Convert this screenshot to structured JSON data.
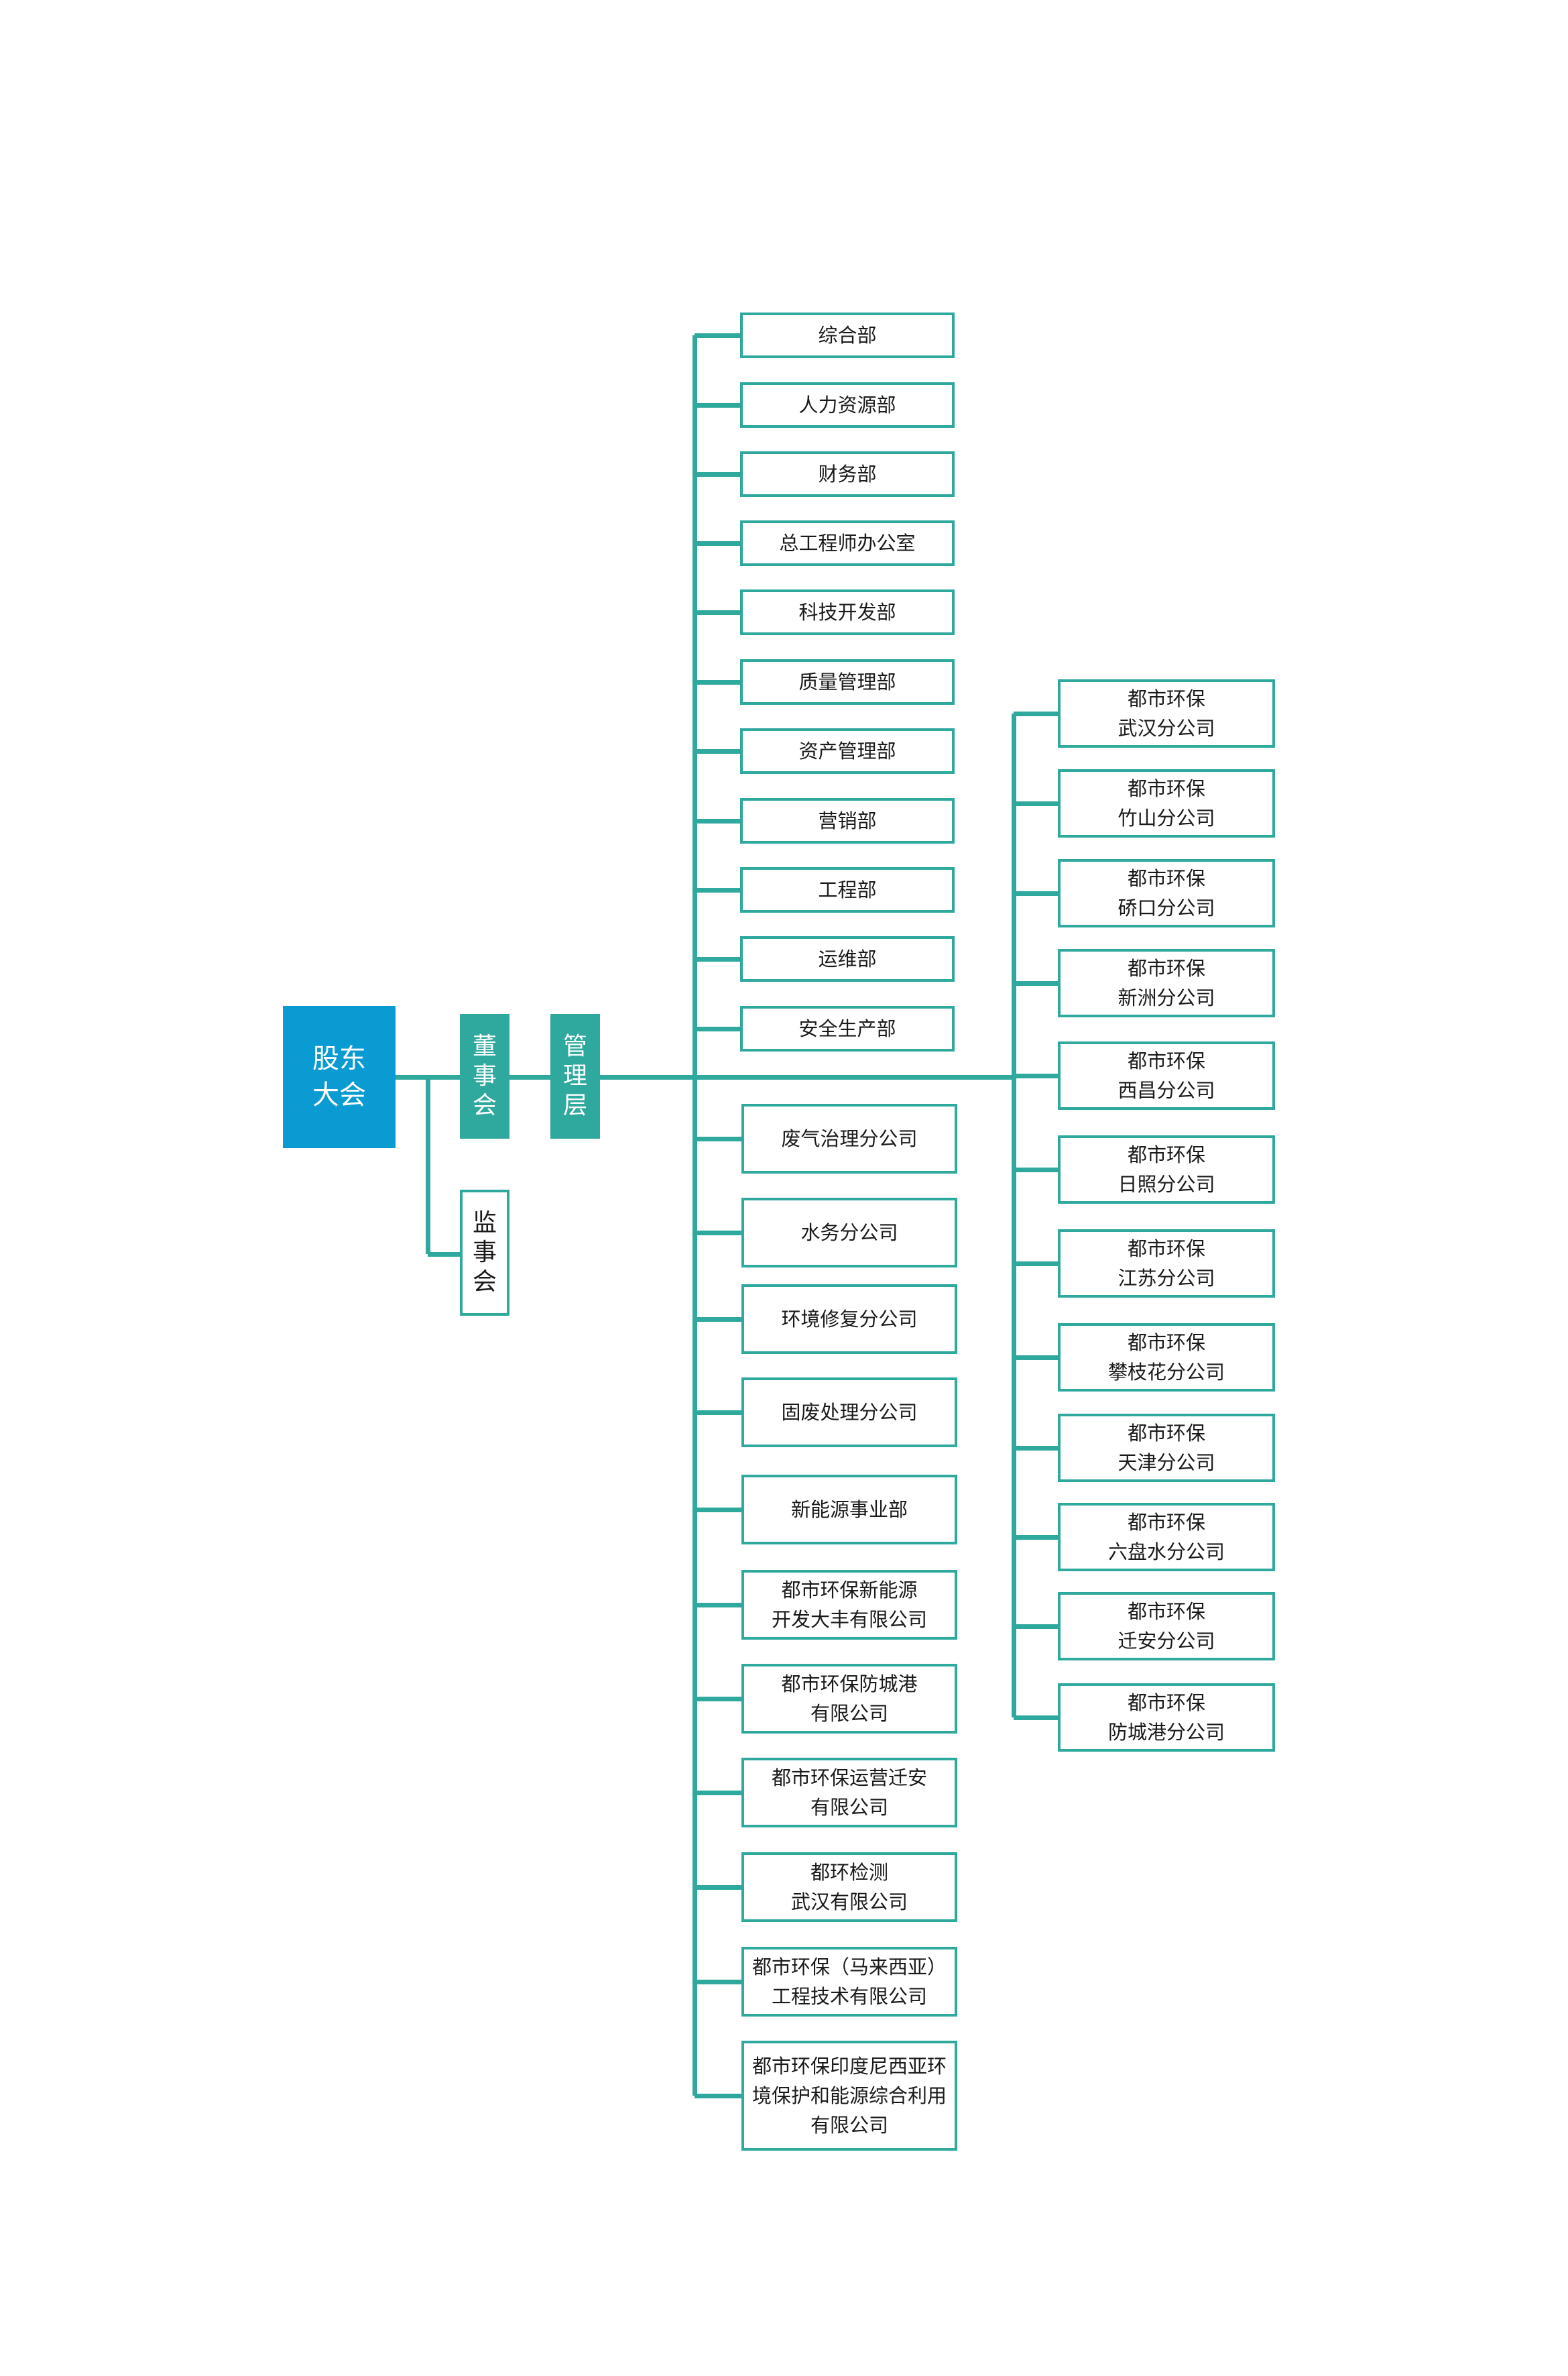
{
  "root": {
    "lines": [
      "股东大会"
    ]
  },
  "board": {
    "lines": [
      "董事会"
    ]
  },
  "supervisors": {
    "lines": [
      "监事会"
    ]
  },
  "management": {
    "lines": [
      "管理层"
    ]
  },
  "departments": [
    {
      "lines": [
        "综合部"
      ]
    },
    {
      "lines": [
        "人力资源部"
      ]
    },
    {
      "lines": [
        "财务部"
      ]
    },
    {
      "lines": [
        "总工程师办公室"
      ]
    },
    {
      "lines": [
        "科技开发部"
      ]
    },
    {
      "lines": [
        "质量管理部"
      ]
    },
    {
      "lines": [
        "资产管理部"
      ]
    },
    {
      "lines": [
        "营销部"
      ]
    },
    {
      "lines": [
        "工程部"
      ]
    },
    {
      "lines": [
        "运维部"
      ]
    },
    {
      "lines": [
        "安全生产部"
      ]
    }
  ],
  "subsidiaries": [
    {
      "lines": [
        "废气治理分公司"
      ]
    },
    {
      "lines": [
        "水务分公司"
      ]
    },
    {
      "lines": [
        "环境修复分公司"
      ]
    },
    {
      "lines": [
        "固废处理分公司"
      ]
    },
    {
      "lines": [
        "新能源事业部"
      ]
    },
    {
      "lines": [
        "都市环保新能源",
        "开发大丰有限公司"
      ]
    },
    {
      "lines": [
        "都市环保防城港",
        "有限公司"
      ]
    },
    {
      "lines": [
        "都市环保运营迁安",
        "有限公司"
      ]
    },
    {
      "lines": [
        "都环检测",
        "武汉有限公司"
      ]
    },
    {
      "lines": [
        "都市环保（马来西亚）",
        "工程技术有限公司"
      ]
    },
    {
      "lines": [
        "都市环保印度尼西亚环",
        "境保护和能源综合利用",
        "有限公司"
      ]
    }
  ],
  "regional_branches": [
    {
      "lines": [
        "都市环保",
        "武汉分公司"
      ]
    },
    {
      "lines": [
        "都市环保",
        "竹山分公司"
      ]
    },
    {
      "lines": [
        "都市环保",
        "硚口分公司"
      ]
    },
    {
      "lines": [
        "都市环保",
        "新洲分公司"
      ]
    },
    {
      "lines": [
        "都市环保",
        "西昌分公司"
      ]
    },
    {
      "lines": [
        "都市环保",
        "日照分公司"
      ]
    },
    {
      "lines": [
        "都市环保",
        "江苏分公司"
      ]
    },
    {
      "lines": [
        "都市环保",
        "攀枝花分公司"
      ]
    },
    {
      "lines": [
        "都市环保",
        "天津分公司"
      ]
    },
    {
      "lines": [
        "都市环保",
        "六盘水分公司"
      ]
    },
    {
      "lines": [
        "都市环保",
        "迁安分公司"
      ]
    },
    {
      "lines": [
        "都市环保",
        "防城港分公司"
      ]
    }
  ],
  "colors": {
    "root_fill": "#0a9bd2",
    "accent": "#2fa89e",
    "text": "#1a1a1a"
  }
}
